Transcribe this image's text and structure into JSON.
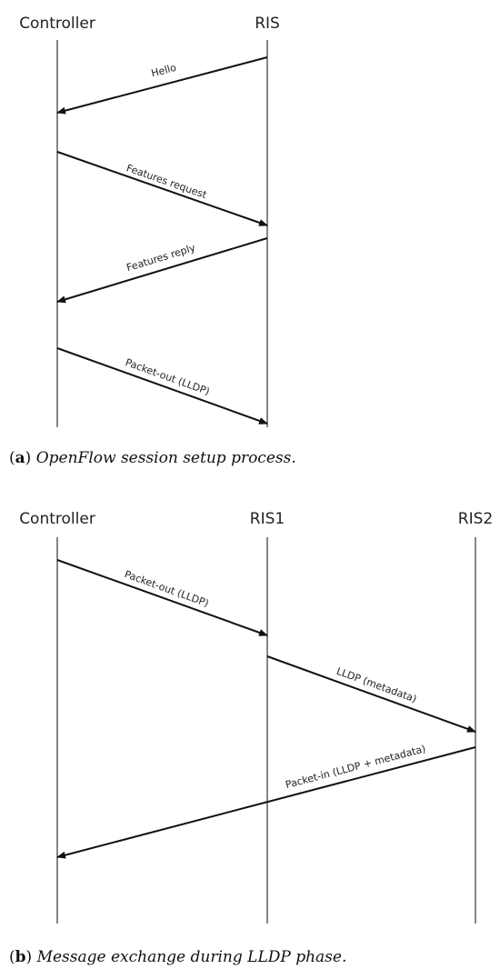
{
  "diagram_a": {
    "participants": [
      "Controller",
      "RIS"
    ],
    "messages": [
      {
        "label": "Hello",
        "from": "RIS",
        "to": "Controller"
      },
      {
        "label": "Features request",
        "from": "Controller",
        "to": "RIS"
      },
      {
        "label": "Features reply",
        "from": "RIS",
        "to": "Controller"
      },
      {
        "label": "Packet-out (LLDP)",
        "from": "Controller",
        "to": "RIS"
      }
    ],
    "caption": {
      "paren_open": "(",
      "tag": "a",
      "paren_close": ") ",
      "text": "OpenFlow session setup process."
    }
  },
  "diagram_b": {
    "participants": [
      "Controller",
      "RIS1",
      "RIS2"
    ],
    "messages": [
      {
        "label": "Packet-out (LLDP)",
        "from": "Controller",
        "to": "RIS1"
      },
      {
        "label": "LLDP (metadata)",
        "from": "RIS1",
        "to": "RIS2"
      },
      {
        "label": "Packet-in (LLDP + metadata)",
        "from": "RIS2",
        "to": "Controller"
      }
    ],
    "caption": {
      "paren_open": "(",
      "tag": "b",
      "paren_close": ") ",
      "text": "Message exchange during LLDP phase."
    }
  },
  "colors": {
    "line": "#111111",
    "lifeline": "#444444",
    "text": "#222222"
  }
}
